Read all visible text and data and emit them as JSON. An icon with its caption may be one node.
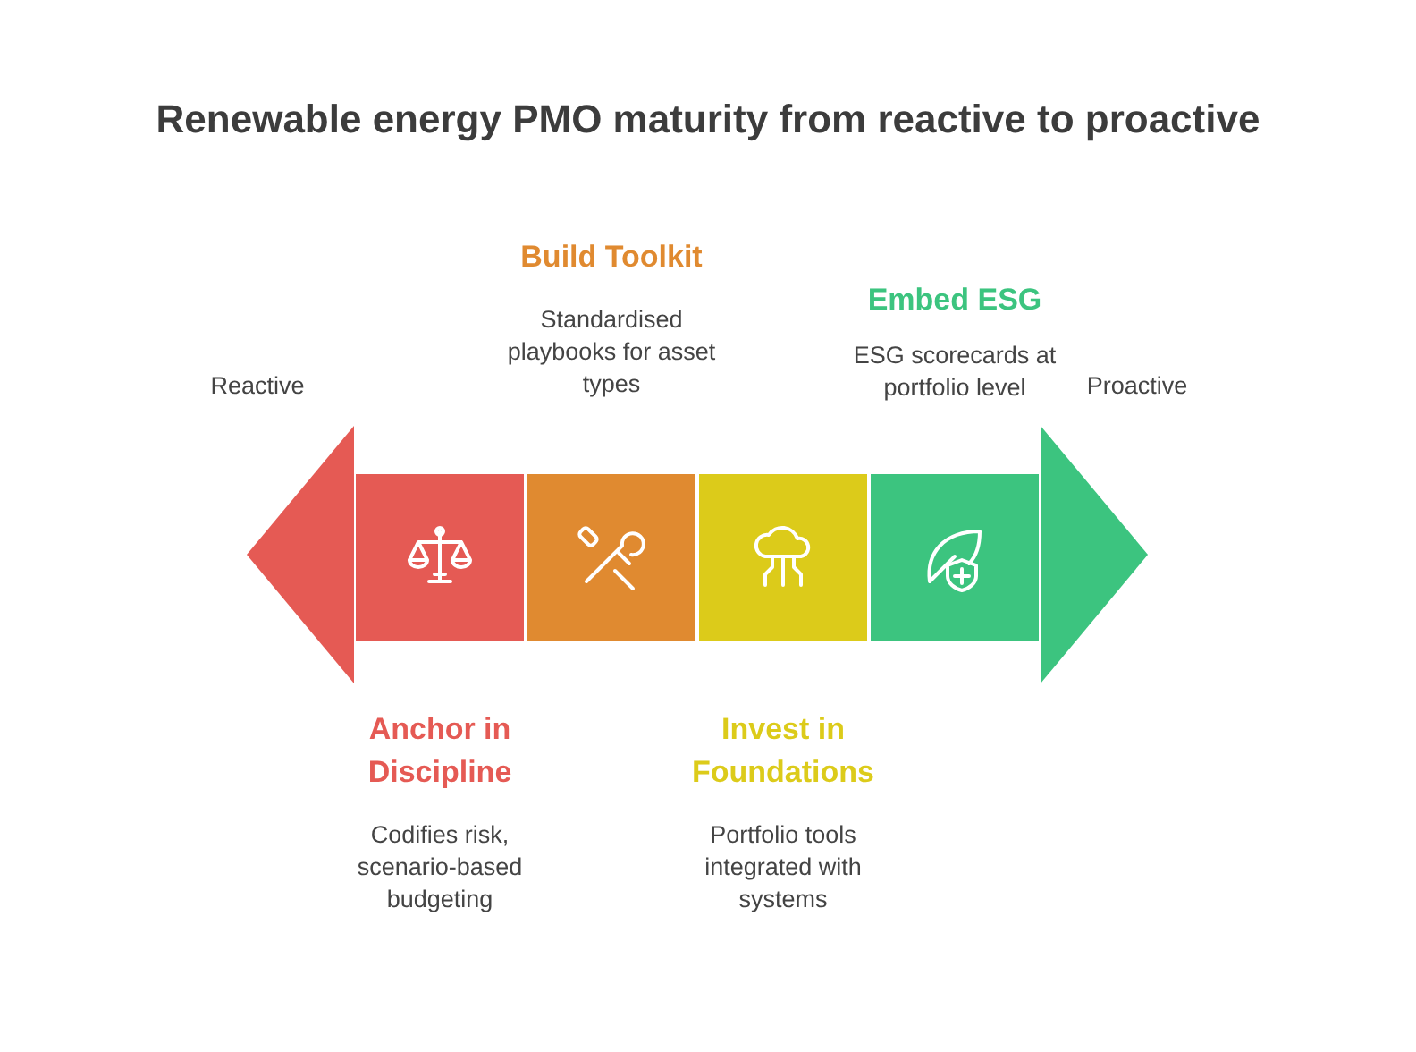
{
  "diagram": {
    "title": "Renewable energy PMO maturity from reactive to proactive",
    "nodes": [
      {
        "text": [],
        "shape": "box",
        "beside": [
          "Anchor in Discipline",
          "Codifies risk, scenario-based budgeting"
        ]
      },
      {
        "text": [],
        "shape": "box",
        "beside": [
          "Build Toolkit",
          "Standardised playbooks for asset types"
        ]
      },
      {
        "text": [],
        "shape": "box",
        "beside": [
          "Invest in Foundations",
          "Portfolio tools integrated with systems"
        ]
      },
      {
        "text": [],
        "shape": "box",
        "beside": [
          "Embed ESG",
          "ESG scorecards at portfolio level"
        ]
      }
    ],
    "labels": [
      "Reactive",
      "Proactive"
    ]
  }
}
